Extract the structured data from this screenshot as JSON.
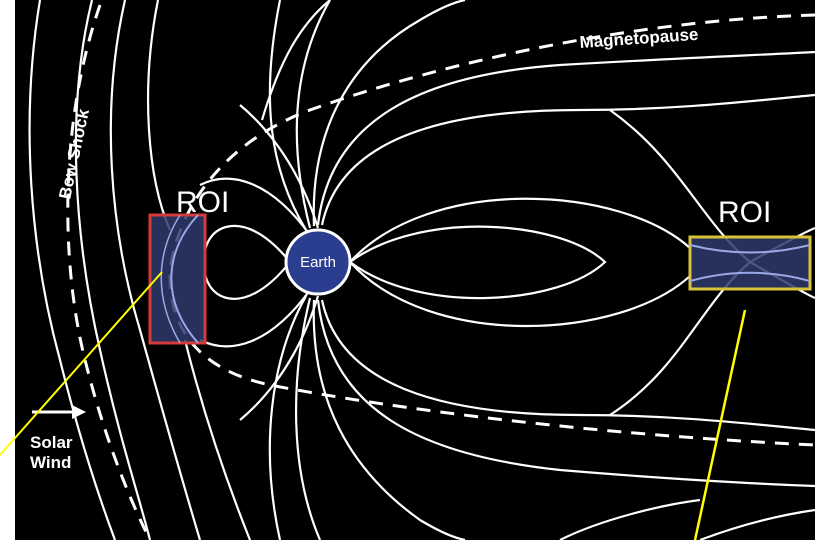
{
  "labels": {
    "magnetopause": "Magnetopause",
    "bow_shock": "Bow Shock",
    "solar_wind_line1": "Solar",
    "solar_wind_line2": "Wind",
    "roi_left": "ROI",
    "roi_right": "ROI",
    "earth": "Earth"
  },
  "colors": {
    "background": "#000000",
    "field_lines": "#ffffff",
    "earth_fill": "#2b3d8f",
    "roi_left_border": "#d63a3a",
    "roi_right_border": "#d8c23a",
    "roi_fill": "#2f3a6b",
    "pointer_lines": "#ffff00"
  },
  "icons": {
    "solar_wind_arrow": "right-arrow-icon"
  }
}
